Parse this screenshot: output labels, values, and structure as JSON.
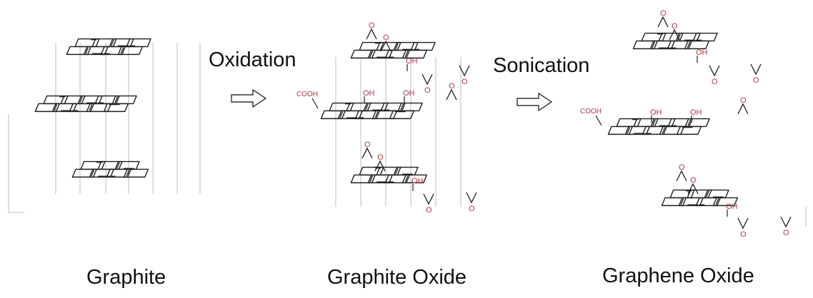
{
  "colors": {
    "bond": "#1f1f1f",
    "stack_line": "#bdbdbd",
    "functional_group": "#b03a48",
    "arrow": "#333333"
  },
  "steps": {
    "oxidation": "Oxidation",
    "sonication": "Sonication"
  },
  "captions": {
    "graphite": "Graphite",
    "graphite_oxide": "Graphite Oxide",
    "graphene_oxide": "Graphene Oxide"
  },
  "groups": {
    "epoxide": "O",
    "hydroxyl": "OH",
    "carboxyl": "COOH"
  }
}
